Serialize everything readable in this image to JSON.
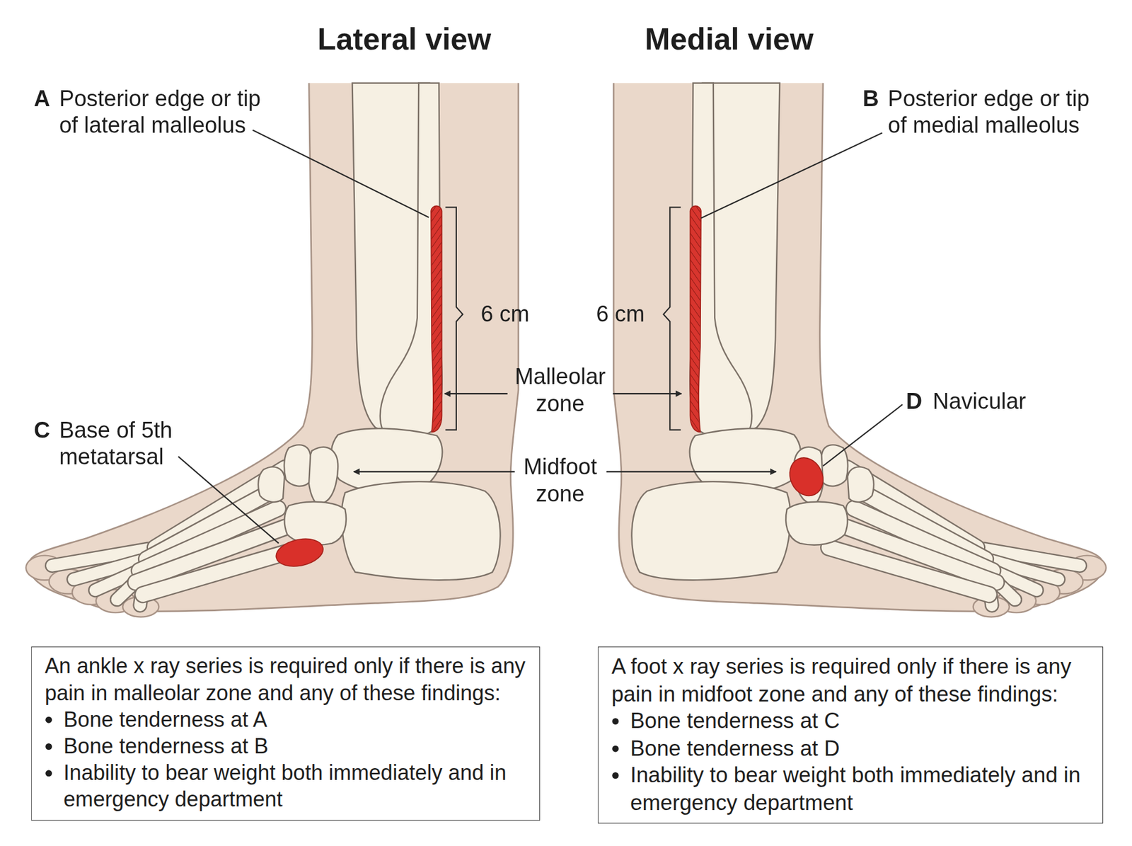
{
  "diagram": {
    "nodes": [
      {
        "text": [
          "An ankle x ray series is required only if there is any pain in malleolar zone and any of these findings:",
          "Bone tenderness at A",
          "Bone tenderness at B",
          "Inability to bear weight both immediately and in emergency department"
        ]
      },
      {
        "text": [
          "A foot x ray series is required only if there is any pain in midfoot zone and any of these findings:",
          "Bone tenderness at C",
          "Bone tenderness at D",
          "Inability to bear weight both immediately and in emergency department"
        ]
      }
    ],
    "labels": [
      "Lateral view",
      "Medial view",
      "A",
      "Posterior edge or tip of lateral malleolus",
      "B",
      "Posterior edge or tip of medial malleolus",
      "6 cm",
      "6 cm",
      "Malleolar zone",
      "Midfoot zone",
      "C",
      "Base of 5th metatarsal",
      "D",
      "Navicular"
    ]
  }
}
